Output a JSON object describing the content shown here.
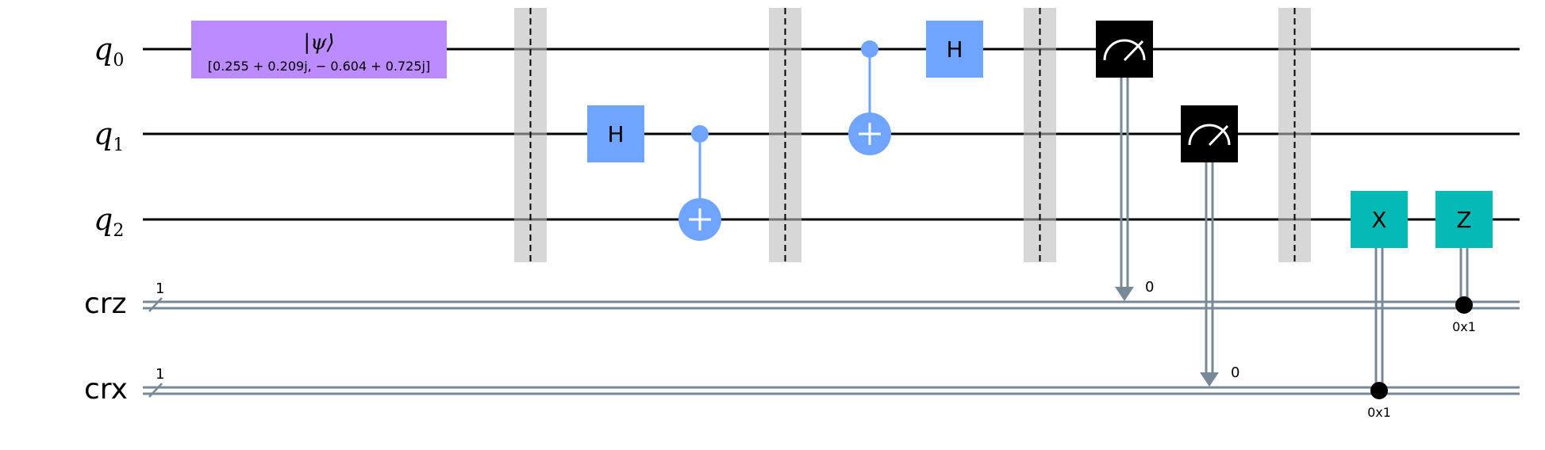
{
  "qubits": [
    {
      "name": "q",
      "index": "0"
    },
    {
      "name": "q",
      "index": "1"
    },
    {
      "name": "q",
      "index": "2"
    }
  ],
  "clbits": [
    {
      "name": "crz",
      "size": "1"
    },
    {
      "name": "crx",
      "size": "1"
    }
  ],
  "init_gate": {
    "label": "|ψ⟩",
    "params": "[0.255 + 0.209j, − 0.604 + 0.725j]"
  },
  "gate_labels": {
    "h": "H",
    "x": "X",
    "z": "Z"
  },
  "measure_index_labels": [
    "0",
    "0"
  ],
  "condition_labels": [
    "0x1",
    "0x1"
  ],
  "colors": {
    "init": "#bb8bff",
    "hadamard": "#6fa4ff",
    "cnot": "#6fa4ff",
    "measure": "#000000",
    "conditional": "#05bab6",
    "barrier": "#bdbdbd",
    "classical_wire": "#778899"
  }
}
